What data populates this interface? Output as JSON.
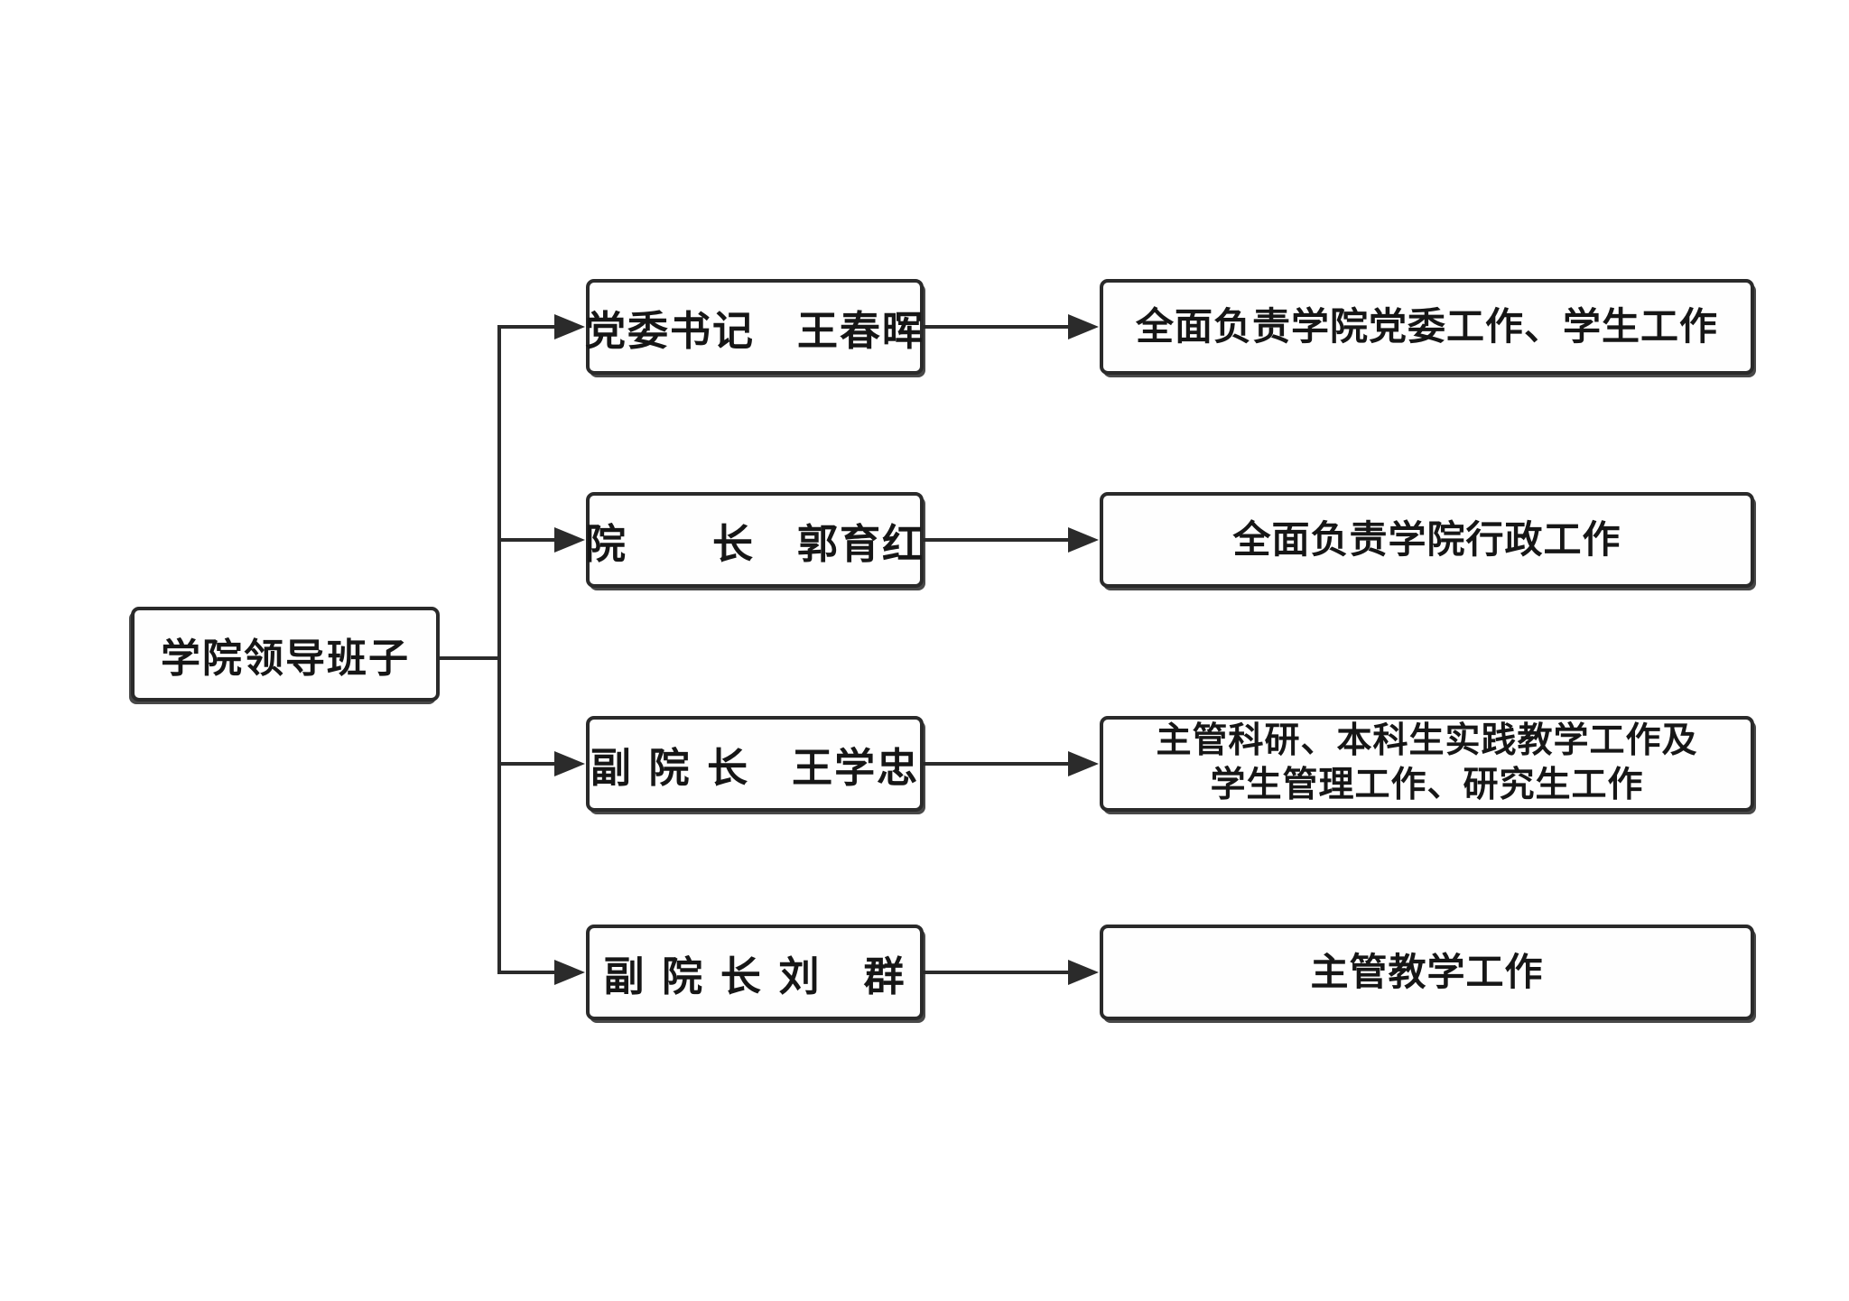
{
  "chart": {
    "type": "org-flowchart",
    "title_node": {
      "label": "学院领导班子"
    },
    "rows": [
      {
        "role": "党委书记　王春晖",
        "duty_lines": [
          "全面负责学院党委工作、学生工作",
          ""
        ]
      },
      {
        "role": "院　　长　郭育红",
        "duty_lines": [
          "全面负责学院行政工作",
          ""
        ]
      },
      {
        "role": "副 院 长　王学忠",
        "duty_lines": [
          "主管科研、本科生实践教学工作及",
          "学生管理工作、研究生工作"
        ]
      },
      {
        "role": "副 院 长 刘　群",
        "duty_lines": [
          "主管教学工作",
          ""
        ]
      }
    ],
    "colors": {
      "background": "#ffffff",
      "box_fill": "#fefefe",
      "line": "#2b2b2b",
      "text": "#161616"
    }
  }
}
